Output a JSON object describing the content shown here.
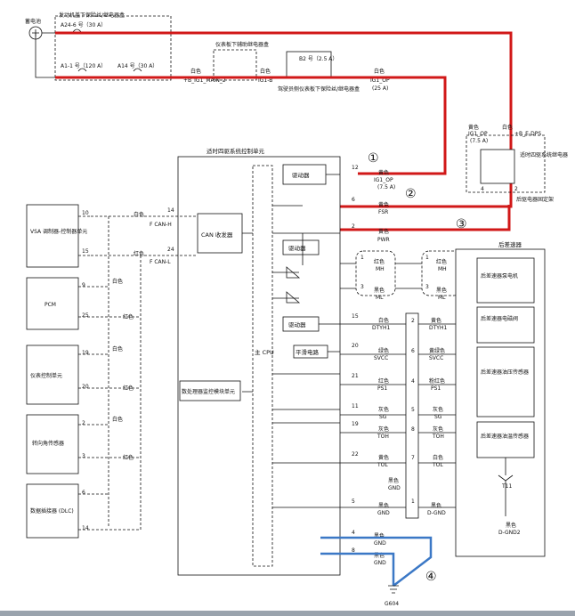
{
  "colors": {
    "power_highlight": "#d11818",
    "ground_highlight": "#3b78c6",
    "line": "#111111",
    "bottom_bar": "#9aa3ad"
  },
  "top": {
    "battery": "蓄电池",
    "hood_box": "发动机盖下保险丝/继电器盒",
    "fuse_a24": "A24-6 号（30 A）",
    "fuse_a1": "A1-1 号（120 A）",
    "fuse_a14": "A14 号（30 A）",
    "relay_b8": "白色",
    "relay_b8_name": "+B_IG1_MAIN_2",
    "dash_box": "仪表板下辅助继电器盒",
    "ig1b_color": "白色",
    "ig1b_name": "IG1-B",
    "b2_fuse": "B2 号（2.5 A）",
    "ig1op_color": "白色",
    "ig1op_name": "IG1_OP",
    "ig1op_rating": "(25 A)",
    "dash_fuse_box": "驾驶员侧仪表板下保险丝/继电器盒"
  },
  "relay_right": {
    "pin_color": "黄色",
    "pin_name": "IG1_OP",
    "pin_rating": "(7.5 A)",
    "pin2_color": "白色",
    "pin2_name": "+B_E-DPS",
    "label": "适时四驱系统继电器",
    "pin4": "4",
    "pin2": "2",
    "bracket": "后驱电器固定架"
  },
  "ecu": {
    "title": "适时四驱系统控制单元",
    "driver": "驱动器",
    "can": "CAN 收发器",
    "cpu": "主 CPU",
    "wave": "平滑电路",
    "drv1": "驱动器",
    "drv2": "驱动器",
    "diag": "数处理器监控模块单元"
  },
  "pins": [
    {
      "no": "12",
      "color": "黄色",
      "name": "IG1_OP",
      "extra": "(7.5 A)"
    },
    {
      "no": "6",
      "color": "黄色",
      "name": "FSR"
    },
    {
      "no": "2",
      "color": "黄色",
      "name": "PWR"
    },
    {
      "no": "15",
      "color": "白色",
      "name": "DTYH1"
    },
    {
      "no": "20",
      "color": "绿色",
      "name": "SVCC"
    },
    {
      "no": "21",
      "color": "红色",
      "name": "PS1"
    },
    {
      "no": "11",
      "color": "灰色",
      "name": "SG"
    },
    {
      "no": "19",
      "color": "灰色",
      "name": "TOH"
    },
    {
      "no": "22",
      "color": "黄色",
      "name": "TOL"
    },
    {
      "no": "5",
      "color": "黑色",
      "name": "GND"
    },
    {
      "no": "4",
      "color": "黑色",
      "name": "GND"
    },
    {
      "no": "8",
      "color": "黑色",
      "name": "GND"
    }
  ],
  "mid_pins": [
    {
      "no": "1",
      "color": "红色",
      "name": "MH"
    },
    {
      "no": "3",
      "color": "黑色",
      "name": "ML"
    },
    {
      "no": "1",
      "color": "红色",
      "name": "MH"
    },
    {
      "no": "3",
      "color": "黑色",
      "name": "ML"
    },
    {
      "no": "2",
      "color": "黄色",
      "name": "DTYH1"
    },
    {
      "no": "6",
      "color": "黄绿色",
      "name": "SVCC"
    },
    {
      "no": "4",
      "color": "粉红色",
      "name": "PS1"
    },
    {
      "no": "5",
      "color": "灰色",
      "name": "SG"
    },
    {
      "no": "8",
      "color": "灰色",
      "name": "TOH"
    },
    {
      "no": "7",
      "color": "白色",
      "name": "TOL"
    },
    {
      "no": "",
      "color": "黑色",
      "name": "GND"
    },
    {
      "no": "1",
      "color": "黑色",
      "name": "D-GND"
    }
  ],
  "rear": {
    "title": "后差速器",
    "pump": "后差速器泵电机",
    "valve": "后差速器电磁阀",
    "press": "后差速器油压传感器",
    "temp": "后差速器油温传感器",
    "t11": "T11",
    "gnd_color": "黑色",
    "gnd_name": "D-GND2"
  },
  "can": {
    "h_pin": "14",
    "h_name": "F CAN-H",
    "h_color": "白色",
    "l_pin": "24",
    "l_name": "F CAN-L",
    "l_color": "红色"
  },
  "modules": [
    {
      "name": "VSA 调制器-控制器单元",
      "pin_a": "10",
      "pin_b": "15"
    },
    {
      "name": "PCM",
      "pin_a": "9",
      "pin_b": "25"
    },
    {
      "name": "仪表控制单元",
      "pin_a": "19",
      "pin_b": "20"
    },
    {
      "name": "转向角传感器",
      "pin_a": "2",
      "pin_b": "3"
    },
    {
      "name": "数据插接器 (DLC)",
      "pin_a": "6",
      "pin_b": "14"
    }
  ],
  "wire_white": "白色",
  "wire_red": "红色",
  "ground": "G604",
  "callouts": [
    "①",
    "②",
    "③",
    "④"
  ]
}
